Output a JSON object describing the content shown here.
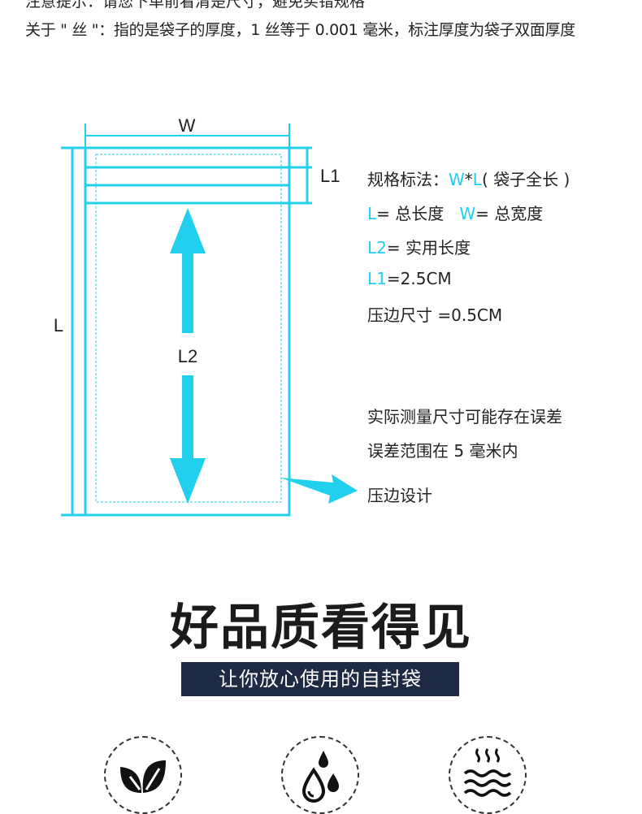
{
  "top_note": {
    "clipped_line": "注意提示：请您下单前看清楚尺寸，避免买错规格",
    "line": "关于 \" 丝 \"：指的是袋子的厚度，1 丝等于 0.001 毫米，标注厚度为袋子双面厚度"
  },
  "diagram": {
    "label_w": "W",
    "label_l1": "L1",
    "label_l": "L",
    "label_l2": "L2",
    "accent_color": "#22d0ee"
  },
  "specs": {
    "line1_prefix": "规格标法：",
    "line1_w": "W",
    "line1_star": "*",
    "line1_l": "L",
    "line1_suffix": "( 袋子全长 )",
    "line2_l": "L",
    "line2_text_a": "= 总长度",
    "line2_w": "W",
    "line2_text_b": "= 总宽度",
    "line3_l2": "L2",
    "line3_text": "= 实用长度",
    "line4_l1": "L1",
    "line4_text": "=2.5CM",
    "line5": "压边尺寸 =0.5CM",
    "measure_note_1": "实际测量尺寸可能存在误差",
    "measure_note_2": "误差范围在 5 毫米内",
    "edge_design": "压边设计"
  },
  "headline": "好品质看得见",
  "badge": "让你放心使用的自封袋",
  "features": [
    {
      "icon": "leaf-icon"
    },
    {
      "icon": "water-drops-icon"
    },
    {
      "icon": "heat-waves-icon"
    }
  ]
}
